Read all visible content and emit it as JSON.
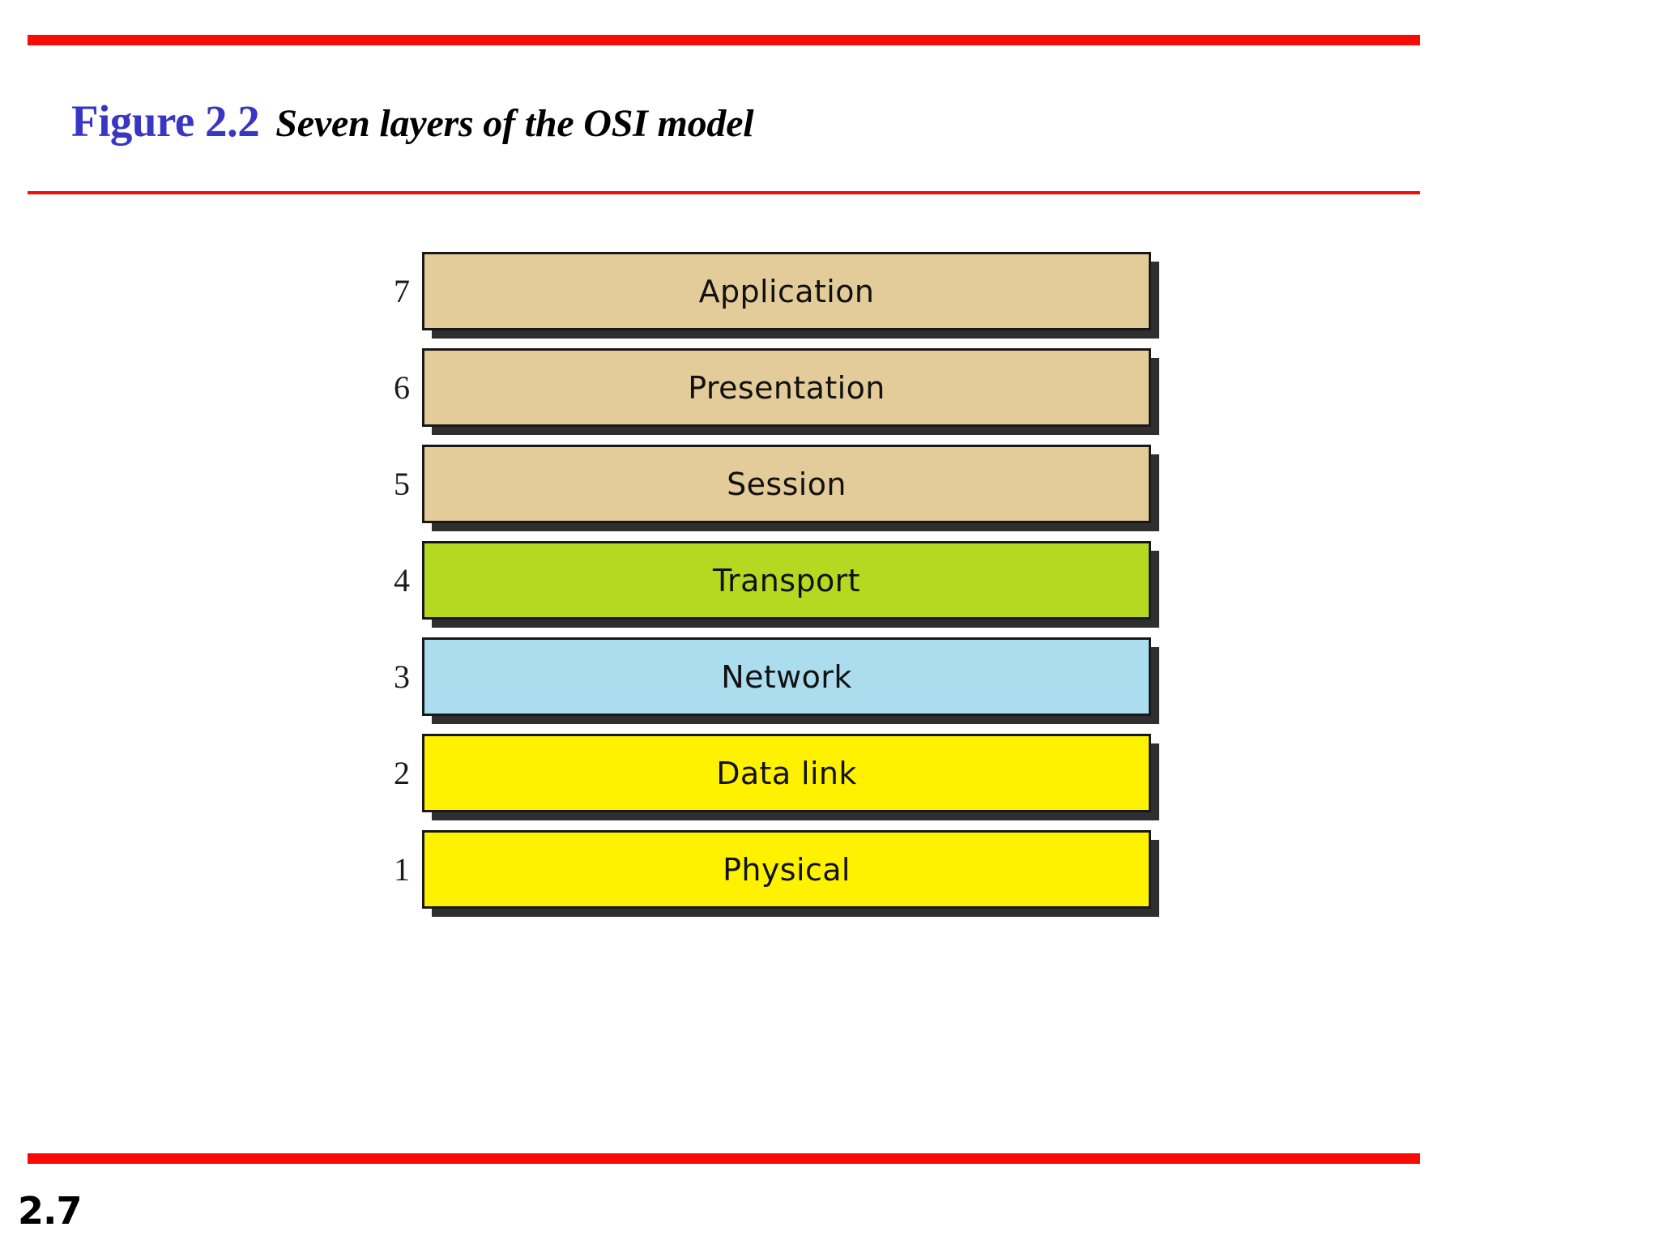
{
  "slide": {
    "number": "2.7",
    "accent_color": "#f60b07",
    "background": "#ffffff"
  },
  "title": {
    "figure_number": "Figure 2.2",
    "caption": "Seven layers of the OSI model",
    "number_color": "#3a36c4",
    "caption_color": "#000000"
  },
  "diagram": {
    "name": "seven-layers-of-the-osi-model",
    "border_color": "#18181a",
    "shadow_color": "#2f2f2f",
    "layers": [
      {
        "number": "7",
        "label": "Application",
        "fill": "#e3cc9a"
      },
      {
        "number": "6",
        "label": "Presentation",
        "fill": "#e3cc9a"
      },
      {
        "number": "5",
        "label": "Session",
        "fill": "#e3cc9a"
      },
      {
        "number": "4",
        "label": "Transport",
        "fill": "#b5d921"
      },
      {
        "number": "3",
        "label": "Network",
        "fill": "#abddee"
      },
      {
        "number": "2",
        "label": "Data link",
        "fill": "#fff200"
      },
      {
        "number": "1",
        "label": "Physical",
        "fill": "#fff200"
      }
    ]
  }
}
